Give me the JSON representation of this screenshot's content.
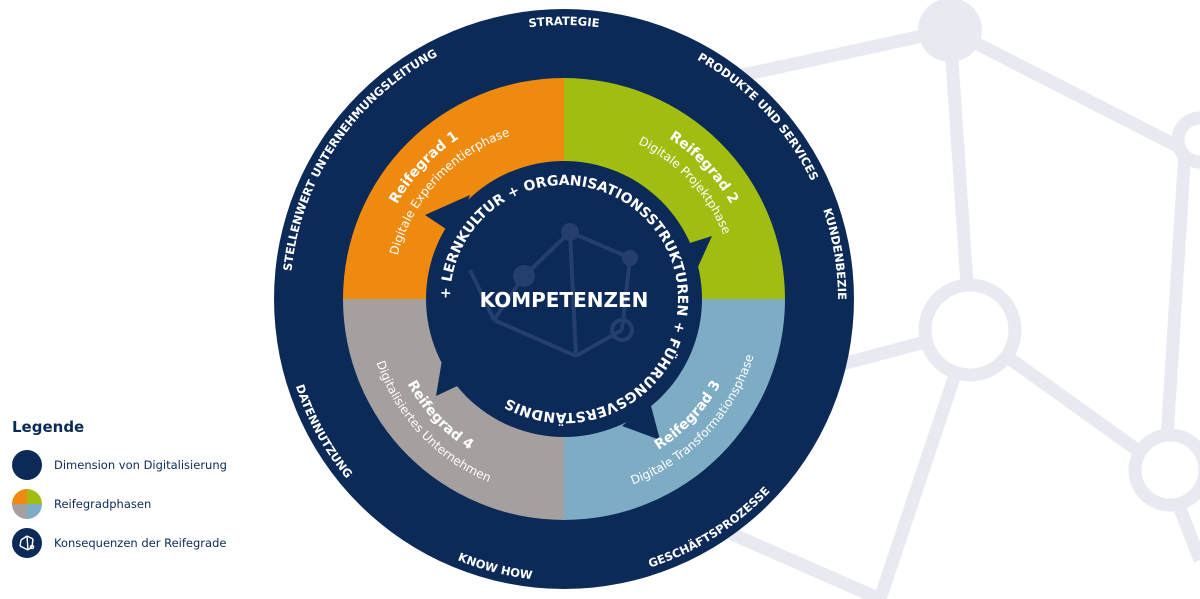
{
  "colors": {
    "navy": "#0c2a57",
    "orange": "#ee8a0d",
    "green": "#a2bd12",
    "blue": "#7eacc4",
    "gray": "#a59f9f",
    "network": "#e9eaf1"
  },
  "center": {
    "title": "KOMPETENZEN",
    "ring_text": "+ LERNKULTUR + ORGANISATIONSSTRUKTUREN + FÜHRUNGSVERSTÄNDNIS"
  },
  "maturity_phases": [
    {
      "label": "Reifegrad 1",
      "sub": "Digitale Experimentierphase",
      "color": "#ee8a0d"
    },
    {
      "label": "Reifegrad 2",
      "sub": "Digitale Projektphase",
      "color": "#a2bd12"
    },
    {
      "label": "Reifegrad 3",
      "sub": "Digitale Transformationsphase",
      "color": "#7eacc4"
    },
    {
      "label": "Reifegrad 4",
      "sub": "Digitalisiertes Unternehmen",
      "color": "#a59f9f"
    }
  ],
  "dimensions": [
    "STRATEGIE",
    "PRODUKTE UND SERVICES",
    "KUNDENBEZIEHUNGEN",
    "GESCHÄFTSPROZESSE",
    "KNOW HOW",
    "DATENNUTZUNG",
    "STELLENWERT UNTERNEHMUNGSLEITUNG"
  ],
  "legend": {
    "title": "Legende",
    "items": [
      {
        "label": "Dimension von Digitalisierung",
        "icon": "navy-circle-icon"
      },
      {
        "label": "Reifegradphasen",
        "icon": "quadrant-circle-icon"
      },
      {
        "label": "Konsequenzen der Reifegrade",
        "icon": "network-circle-icon"
      }
    ]
  }
}
